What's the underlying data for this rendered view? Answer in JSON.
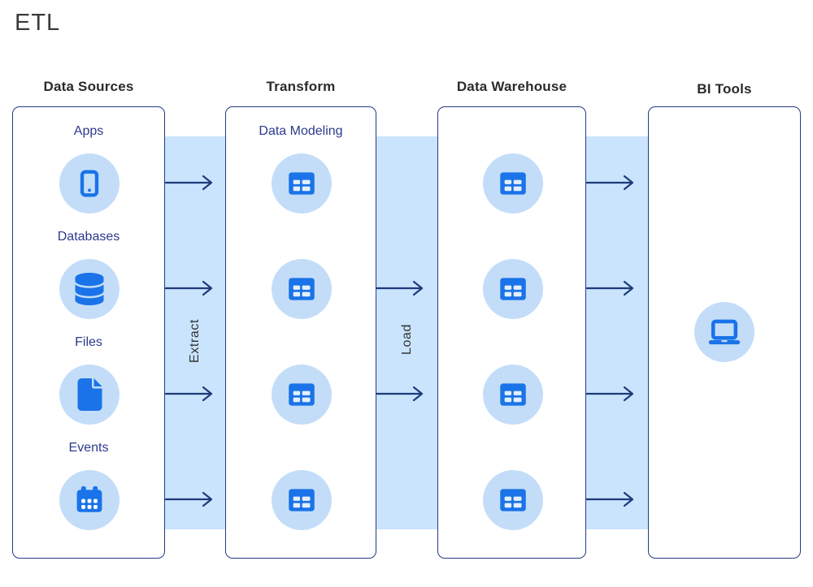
{
  "title": "ETL",
  "columns": [
    {
      "header": "Data Sources",
      "items": [
        {
          "label": "Apps",
          "icon": "phone-icon"
        },
        {
          "label": "Databases",
          "icon": "database-icon"
        },
        {
          "label": "Files",
          "icon": "file-icon"
        },
        {
          "label": "Events",
          "icon": "calendar-icon"
        }
      ]
    },
    {
      "header": "Transform",
      "sublabel": "Data Modeling",
      "items": [
        {
          "icon": "table-icon"
        },
        {
          "icon": "table-icon"
        },
        {
          "icon": "table-icon"
        },
        {
          "icon": "table-icon"
        }
      ]
    },
    {
      "header": "Data Warehouse",
      "items": [
        {
          "icon": "table-icon"
        },
        {
          "icon": "table-icon"
        },
        {
          "icon": "table-icon"
        },
        {
          "icon": "table-icon"
        }
      ]
    },
    {
      "header": "BI Tools",
      "items": [
        {
          "icon": "laptop-icon"
        }
      ]
    }
  ],
  "flows": [
    {
      "label": "Extract",
      "arrow_count": 4
    },
    {
      "label": "Load",
      "arrow_count": 2
    },
    {
      "label": "",
      "arrow_count": 4
    }
  ],
  "colors": {
    "icon_blue": "#1a73e8",
    "circle_bg": "#c3ddf9",
    "band_bg": "#c9e4fc",
    "border_navy": "#253a84",
    "label_navy": "#2b3a8c",
    "arrow_navy": "#1e3a7a",
    "header_text": "#2b2b2b"
  }
}
